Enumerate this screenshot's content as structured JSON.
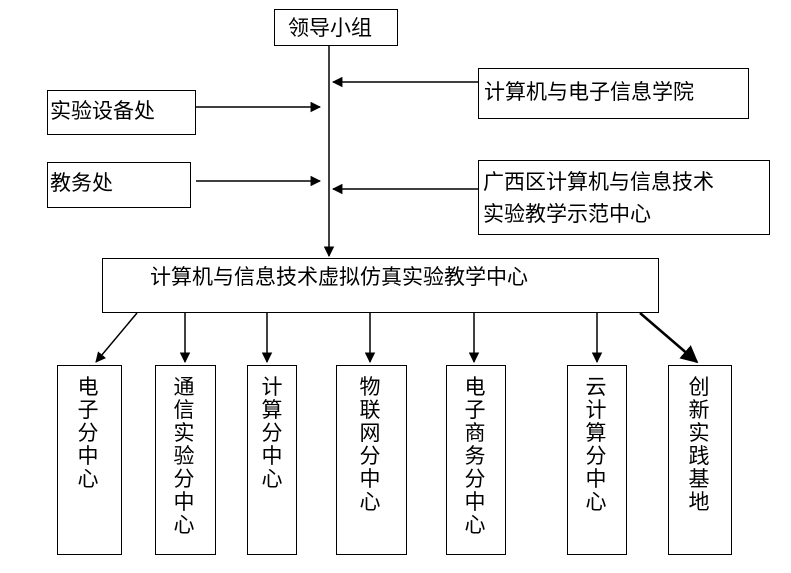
{
  "leader": "领导小组",
  "left_boxes": [
    "实验设备处",
    "教务处"
  ],
  "right_boxes": [
    "计算机与电子信息学院",
    "广西区计算机与信息技术",
    "实验教学示范中心"
  ],
  "center": "计算机与信息技术虚拟仿真实验教学中心",
  "sub_centers": [
    "电子分中心",
    "通信实验分中心",
    "计算分中心",
    "物联网分中心",
    "电子商务分中心",
    "云计算分中心",
    "创新实践基地"
  ]
}
